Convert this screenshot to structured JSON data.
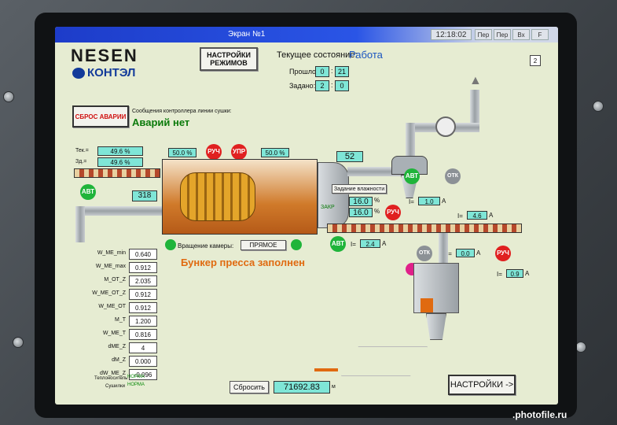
{
  "window": {
    "title": "Экран №1",
    "time": "12:18:02",
    "buttons": [
      "Пер",
      "Пер",
      "Вх",
      "F"
    ],
    "page_num": "2"
  },
  "logo": {
    "brand": "NESEN",
    "subbrand": "КОНТЭЛ"
  },
  "mode_button": {
    "label_line1": "НАСТРОЙКИ",
    "label_line2": "РЕЖИМОВ"
  },
  "state": {
    "label": "Текущее состояние:",
    "value": "Работа"
  },
  "timer": {
    "elapsed_label": "Прошло:",
    "elapsed_h": "0",
    "elapsed_m": "21",
    "set_label": "Задано:",
    "set_h": "2",
    "set_m": "0"
  },
  "alarm": {
    "reset_label": "СБРОС АВАРИИ",
    "messages_label": "Сообщения контроллера линии сушки:",
    "message": "Аварий нет"
  },
  "temps": {
    "tek_label": "Тек.=",
    "tek_value": "49.6 %",
    "zad_label": "Зд.=",
    "zad_value": "49.6 %"
  },
  "dryer": {
    "left_value": "50.0 %",
    "right_value": "50.0 %",
    "ruch": "РУЧ",
    "upr": "УПР",
    "avt": "АВТ",
    "feed_value": "318",
    "temp_top": "52",
    "humidity_btn": "Задание влажности",
    "zakr_label": "ЗАКР",
    "hum1": "16.0",
    "hum2": "16.0",
    "pct": "%",
    "rotation_label": "Вращение камеры:",
    "rotation_value": "ПРЯМОЕ"
  },
  "status_message": "Бункер пресса заполнен",
  "right_unit": {
    "otk": "ОТК",
    "avt": "АВТ",
    "ruch": "РУЧ",
    "i1_label": "I=",
    "i1_value": "1.0",
    "i2_label": "I=",
    "i2_value": "4.6",
    "i3_label": "I=",
    "i3_value": "2.4",
    "i4_label": "I=",
    "i4_value": "0.0",
    "i5_label": "I=",
    "i5_value": "0.9",
    "unit": "A"
  },
  "params": [
    {
      "name": "W_ME_min",
      "value": "0.640"
    },
    {
      "name": "W_ME_max",
      "value": "0.912"
    },
    {
      "name": "M_OT_Z",
      "value": "2.035"
    },
    {
      "name": "W_ME_OT_Z",
      "value": "0.912"
    },
    {
      "name": "W_ME_OT",
      "value": "0.912"
    },
    {
      "name": "M_T",
      "value": "1.200"
    },
    {
      "name": "W_ME_T",
      "value": "0.816"
    },
    {
      "name": "dME_Z",
      "value": "4"
    },
    {
      "name": "dM_Z",
      "value": "0.000"
    },
    {
      "name": "dW_ME_Z",
      "value": "-0.096"
    }
  ],
  "footer": {
    "coolant_label": "Теплоноситель",
    "coolant_state": "НОРМА",
    "dryers_label": "Сушилки",
    "dryers_state": "НОРМА",
    "reset_label": "Сбросить",
    "counter": "71692.83",
    "counter_unit": "м",
    "settings_label": "НАСТРОЙКИ ->"
  },
  "watermark": ".photofile.ru"
}
